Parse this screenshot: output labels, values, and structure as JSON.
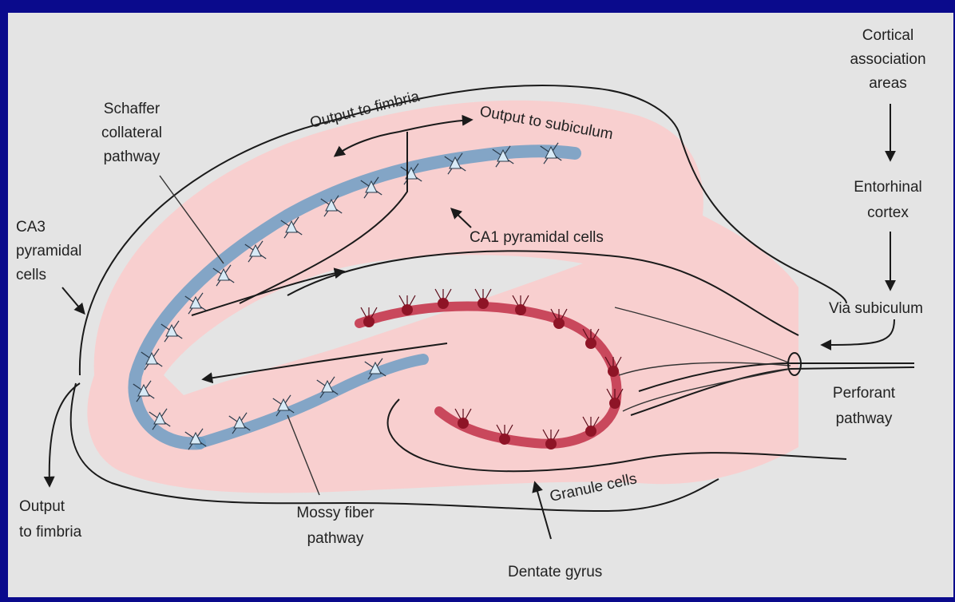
{
  "labels": {
    "cortical": [
      "Cortical",
      "association",
      "areas"
    ],
    "entorhinal": [
      "Entorhinal",
      "cortex"
    ],
    "via_subiculum": "Via subiculum",
    "perforant": [
      "Perforant",
      "pathway"
    ],
    "output_fimbria_top": "Output to fimbria",
    "output_subiculum": "Output to subiculum",
    "schaffer": [
      "Schaffer",
      "collateral",
      "pathway"
    ],
    "ca3": [
      "CA3",
      "pyramidal",
      "cells"
    ],
    "ca1": "CA1 pyramidal cells",
    "output_fimbria_bottom": [
      "Output",
      "to fimbria"
    ],
    "mossy": [
      "Mossy fiber",
      "pathway"
    ],
    "granule": "Granule cells",
    "dentate": "Dentate gyrus"
  },
  "colors": {
    "background": "#0a0a8c",
    "panel": "#e4e4e4",
    "tissue": "#f8cfcf",
    "pyramidal_band": "#6f9ec4",
    "pyramidal_cell": "#d8eaf6",
    "granule_band": "#c9485c",
    "granule_cell": "#8e1426"
  }
}
